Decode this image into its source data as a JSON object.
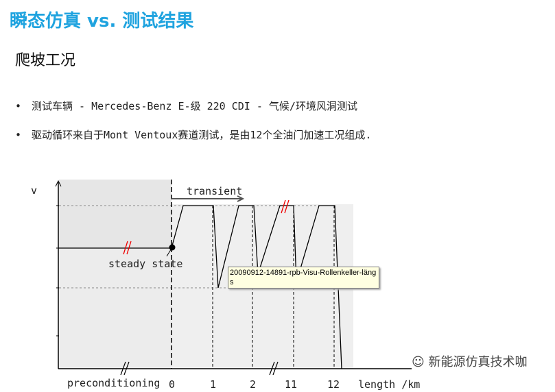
{
  "title": "瞬态仿真 vs. 测试结果",
  "subtitle": "爬坡工况",
  "bullets": [
    "测试车辆 - Mercedes-Benz E-级 220 CDI - 气候/环境风洞测试",
    "驱动循环来自于Mont Ventoux赛道测试，是由12个全油门加速工况组成."
  ],
  "diagram": {
    "y_label": "v",
    "transient": "transient",
    "steady_state": "steady state",
    "preconditioning": "preconditioning",
    "x_ticks": [
      "0",
      "1",
      "2",
      "11",
      "12"
    ],
    "x_label": "length /km"
  },
  "tooltip": "20090912-14891-rpb-Visu-Rollenkeller-längs",
  "watermark": "新能源仿真技术咖"
}
